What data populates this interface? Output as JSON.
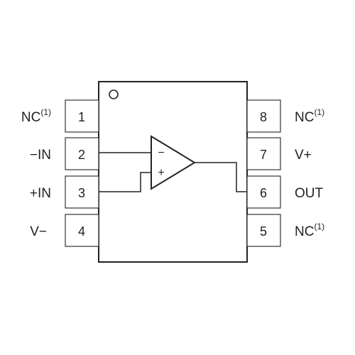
{
  "package": {
    "left_pins": [
      {
        "number": "1",
        "label": "NC",
        "footnote": "(1)"
      },
      {
        "number": "2",
        "label": "−IN",
        "footnote": ""
      },
      {
        "number": "3",
        "label": "+IN",
        "footnote": ""
      },
      {
        "number": "4",
        "label": "V−",
        "footnote": ""
      }
    ],
    "right_pins": [
      {
        "number": "8",
        "label": "NC",
        "footnote": "(1)"
      },
      {
        "number": "7",
        "label": "V+",
        "footnote": ""
      },
      {
        "number": "6",
        "label": "OUT",
        "footnote": ""
      },
      {
        "number": "5",
        "label": "NC",
        "footnote": "(1)"
      }
    ],
    "opamp": {
      "minus_sign": "−",
      "plus_sign": "+"
    }
  }
}
